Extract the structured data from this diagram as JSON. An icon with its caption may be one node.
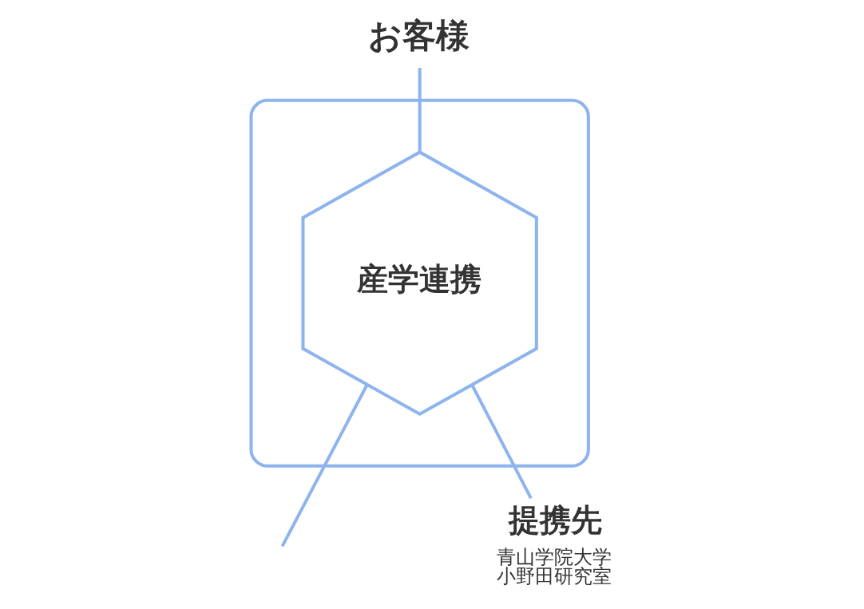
{
  "diagram": {
    "nodes": [
      {
        "text": [
          "お客様"
        ]
      },
      {
        "text": [],
        "shape": "hexagon"
      },
      {
        "text": [
          "産学連携"
        ],
        "in": 1
      },
      {
        "text": [
          "提携先",
          "青山学院大学小野田研究室"
        ]
      }
    ],
    "edges": [
      {
        "from": 0,
        "to": 2,
        "arrow": "none"
      },
      {
        "from": 2,
        "to": null,
        "arrow": "none"
      },
      {
        "from": 2,
        "to": 3,
        "arrow": "none"
      }
    ]
  }
}
